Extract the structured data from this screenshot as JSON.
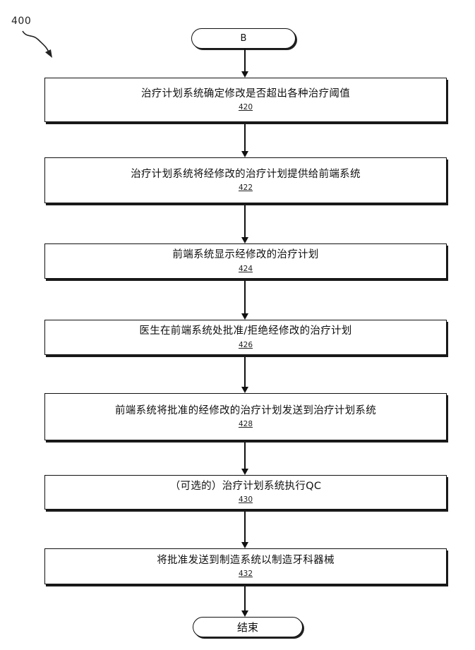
{
  "figure": {
    "label": "400"
  },
  "start": {
    "label": "B"
  },
  "steps": [
    {
      "text": "治疗计划系统确定修改是否超出各种治疗阈值",
      "number": "420"
    },
    {
      "text": "治疗计划系统将经修改的治疗计划提供给前端系统",
      "number": "422"
    },
    {
      "text": "前端系统显示经修改的治疗计划",
      "number": "424"
    },
    {
      "text": "医生在前端系统处批准/拒绝经修改的治疗计划",
      "number": "426"
    },
    {
      "text": "前端系统将批准的经修改的治疗计划发送到治疗计划系统",
      "number": "428"
    },
    {
      "text": "（可选的）治疗计划系统执行QC",
      "number": "430"
    },
    {
      "text": "将批准发送到制造系统以制造牙科器械",
      "number": "432"
    }
  ],
  "end": {
    "label": "结束"
  }
}
